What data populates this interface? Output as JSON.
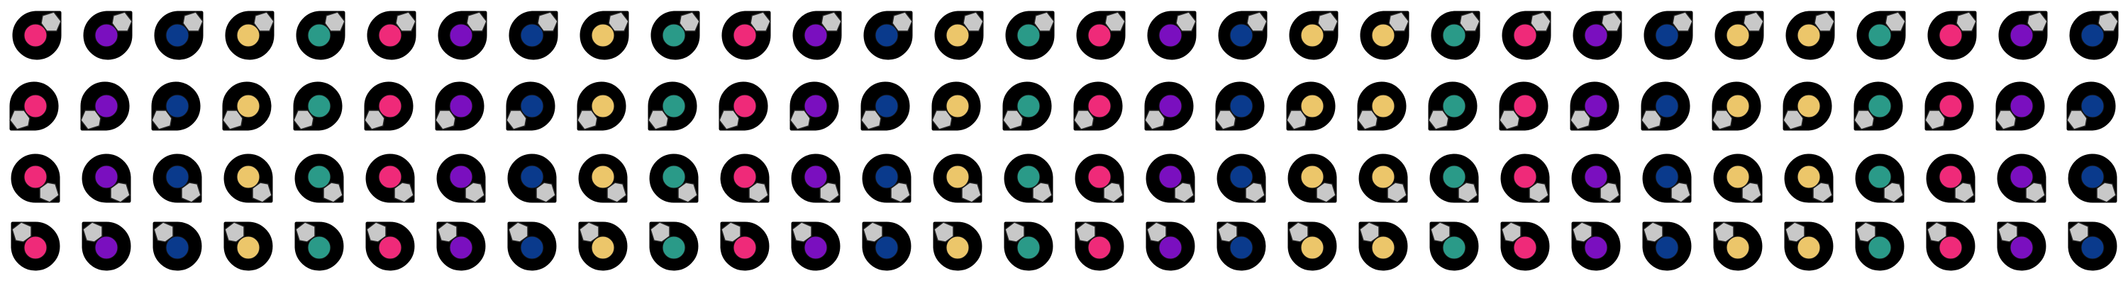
{
  "sprite_sheet": {
    "description_name": "teardrop-gem-sprite-sheet",
    "columns": 30,
    "rows": 4,
    "colors": {
      "body": "#000000",
      "outline": "#ffffff",
      "shard": "#c8c8c8",
      "shard_stroke": "#222222",
      "gem_pink": "#ef2a79",
      "gem_purple": "#7a0fbf",
      "gem_navy": "#0a3a8c",
      "gem_yellow": "#ecc66a",
      "gem_teal": "#2a9a88"
    },
    "gem_cycle": [
      "gem_pink",
      "gem_purple",
      "gem_navy",
      "gem_yellow",
      "gem_teal"
    ],
    "row_orientations": [
      {
        "row": 1,
        "shard_corner": "top-right"
      },
      {
        "row": 2,
        "shard_corner": "bottom-left"
      },
      {
        "row": 3,
        "shard_corner": "bottom-right"
      },
      {
        "row": 4,
        "shard_corner": "top-left"
      }
    ],
    "rows_data": [
      [
        "gem_pink",
        "gem_purple",
        "gem_navy",
        "gem_yellow",
        "gem_teal",
        "gem_pink",
        "gem_purple",
        "gem_navy",
        "gem_yellow",
        "gem_teal",
        "gem_pink",
        "gem_purple",
        "gem_navy",
        "gem_yellow",
        "gem_teal",
        "gem_pink",
        "gem_purple",
        "gem_navy",
        "gem_yellow",
        "gem_yellow",
        "gem_teal",
        "gem_pink",
        "gem_purple",
        "gem_navy",
        "gem_yellow",
        "gem_yellow",
        "gem_teal",
        "gem_pink",
        "gem_purple",
        "gem_navy"
      ],
      [
        "gem_pink",
        "gem_purple",
        "gem_navy",
        "gem_yellow",
        "gem_teal",
        "gem_pink",
        "gem_purple",
        "gem_navy",
        "gem_yellow",
        "gem_teal",
        "gem_pink",
        "gem_purple",
        "gem_navy",
        "gem_yellow",
        "gem_teal",
        "gem_pink",
        "gem_purple",
        "gem_navy",
        "gem_yellow",
        "gem_yellow",
        "gem_teal",
        "gem_pink",
        "gem_purple",
        "gem_navy",
        "gem_yellow",
        "gem_yellow",
        "gem_teal",
        "gem_pink",
        "gem_purple",
        "gem_navy"
      ],
      [
        "gem_pink",
        "gem_purple",
        "gem_navy",
        "gem_yellow",
        "gem_teal",
        "gem_pink",
        "gem_purple",
        "gem_navy",
        "gem_yellow",
        "gem_teal",
        "gem_pink",
        "gem_purple",
        "gem_navy",
        "gem_yellow",
        "gem_teal",
        "gem_pink",
        "gem_purple",
        "gem_navy",
        "gem_yellow",
        "gem_yellow",
        "gem_teal",
        "gem_pink",
        "gem_purple",
        "gem_navy",
        "gem_yellow",
        "gem_yellow",
        "gem_teal",
        "gem_pink",
        "gem_purple",
        "gem_navy"
      ],
      [
        "gem_pink",
        "gem_purple",
        "gem_navy",
        "gem_yellow",
        "gem_teal",
        "gem_pink",
        "gem_purple",
        "gem_navy",
        "gem_yellow",
        "gem_teal",
        "gem_pink",
        "gem_purple",
        "gem_navy",
        "gem_yellow",
        "gem_teal",
        "gem_pink",
        "gem_purple",
        "gem_navy",
        "gem_yellow",
        "gem_yellow",
        "gem_teal",
        "gem_pink",
        "gem_purple",
        "gem_navy",
        "gem_yellow",
        "gem_yellow",
        "gem_teal",
        "gem_pink",
        "gem_purple",
        "gem_navy"
      ]
    ]
  }
}
